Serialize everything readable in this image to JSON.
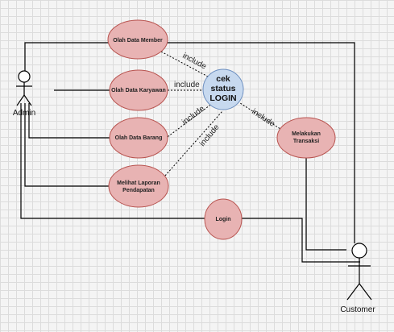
{
  "colors": {
    "use_case_fill": "#e8b3b3",
    "use_case_stroke": "#b85450",
    "center_fill": "#c7d9ef",
    "center_stroke": "#6c8ebf",
    "line": "#000000"
  },
  "actors": {
    "admin": "Admin",
    "customer": "Customer"
  },
  "use_cases": {
    "olah_member": "Olah Data Member",
    "olah_karyawan": "Olah Data Karyawan",
    "olah_barang": "Olah Data Barang",
    "laporan_line1": "Melihat Laporan",
    "laporan_line2": "Pendapatan",
    "login": "Login",
    "transaksi_line1": "Melakukan",
    "transaksi_line2": "Transaksi"
  },
  "center": {
    "line1": "cek",
    "line2": "status",
    "line3": "LOGIN"
  },
  "relation_label": "include"
}
